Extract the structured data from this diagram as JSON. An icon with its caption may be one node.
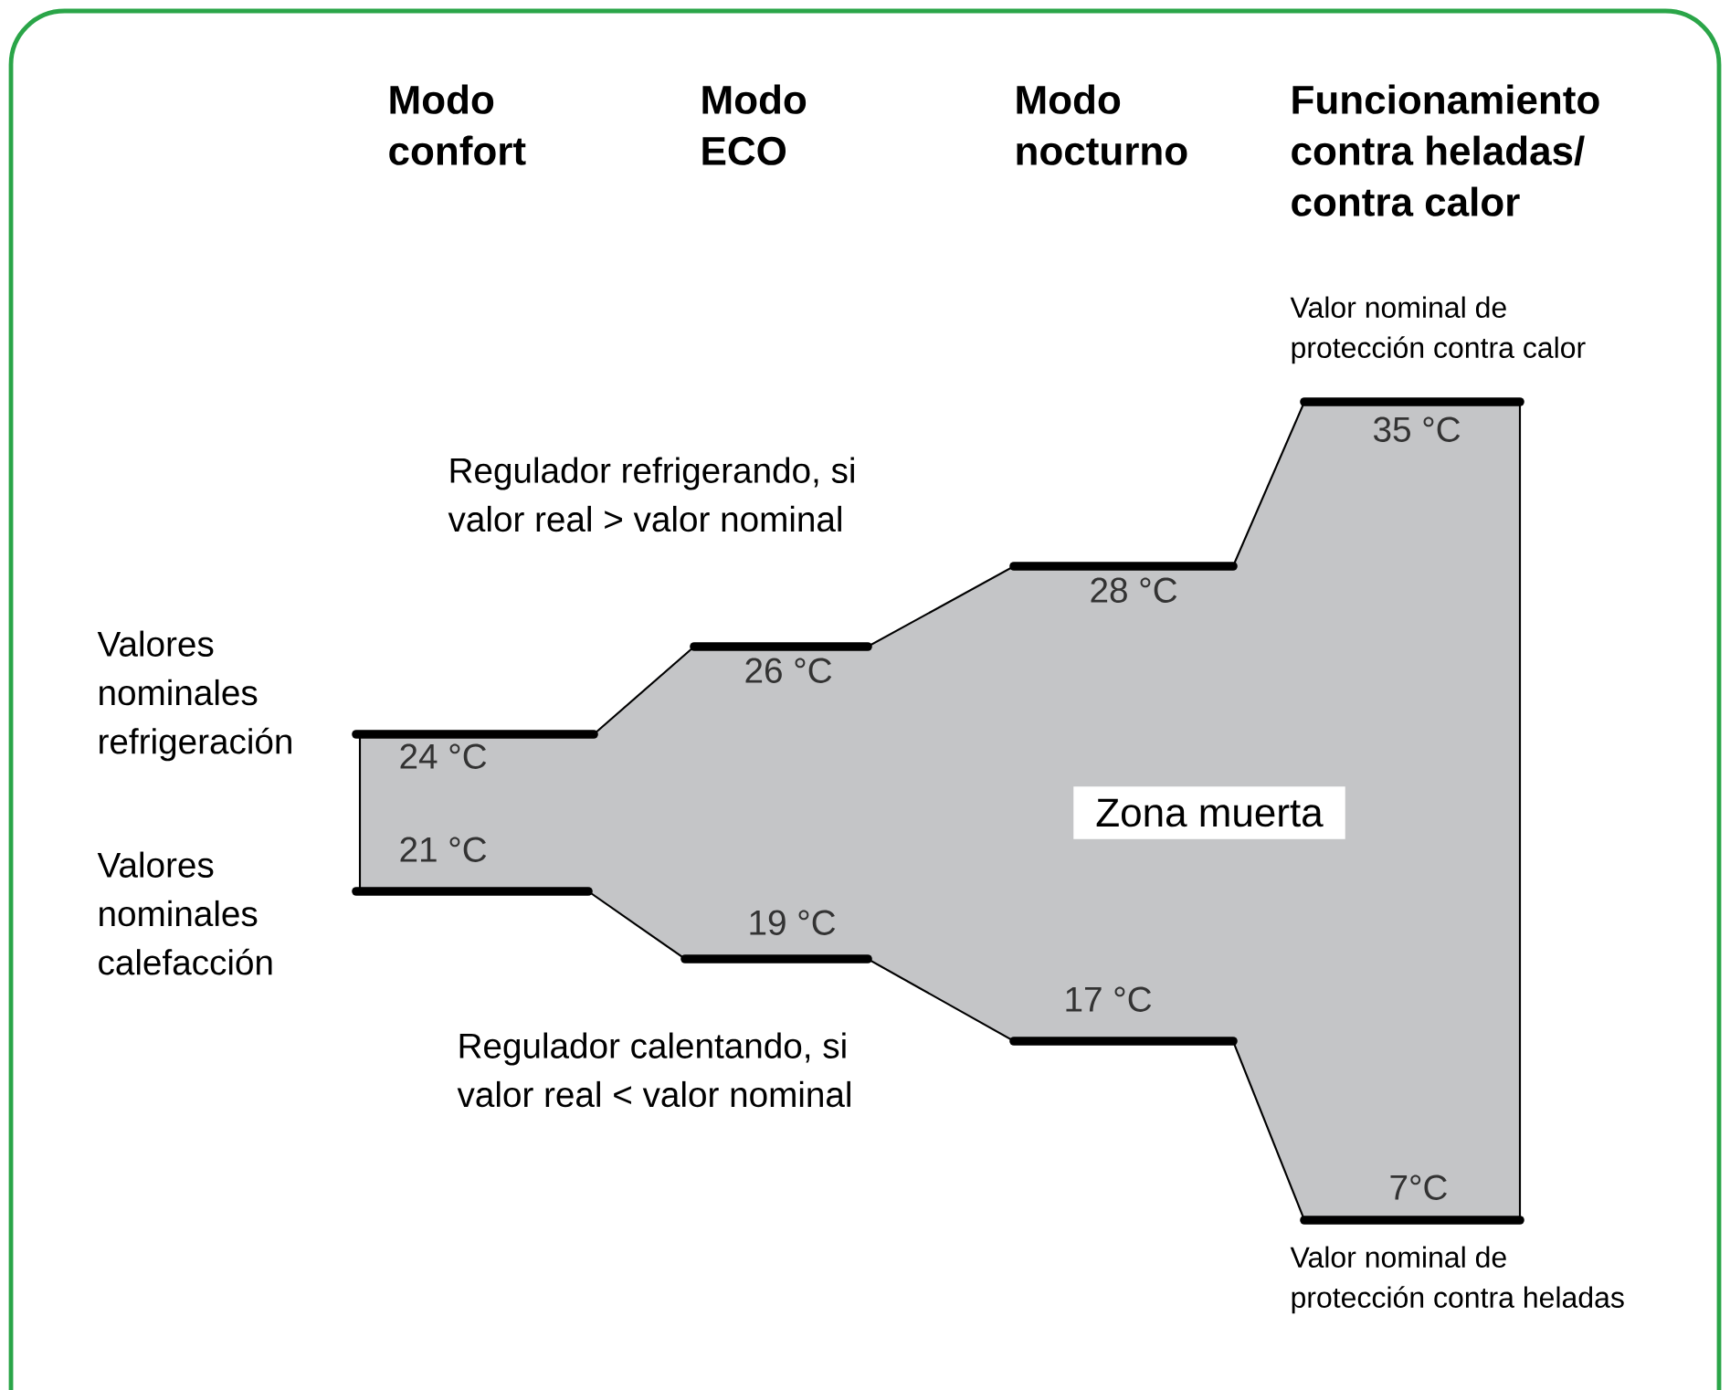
{
  "diagram": {
    "nodes": [
      {
        "text": [
          "Zona muerta"
        ]
      }
    ],
    "labels": [
      "Modo confort",
      "Modo ECO",
      "Modo nocturno",
      "Funcionamiento contra heladas/ contra calor",
      "Valor nominal de protección contra calor",
      "35 °C",
      "Regulador refrigerando, si valor real > valor nominal",
      "28 °C",
      "Valores nominales refrigeración",
      "26 °C",
      "24 °C",
      "21 °C",
      "Valores nominales calefacción",
      "19 °C",
      "17 °C",
      "Regulador calentando, si valor real < valor nominal",
      "7°C",
      "Valor nominal de protección contra heladas"
    ]
  }
}
